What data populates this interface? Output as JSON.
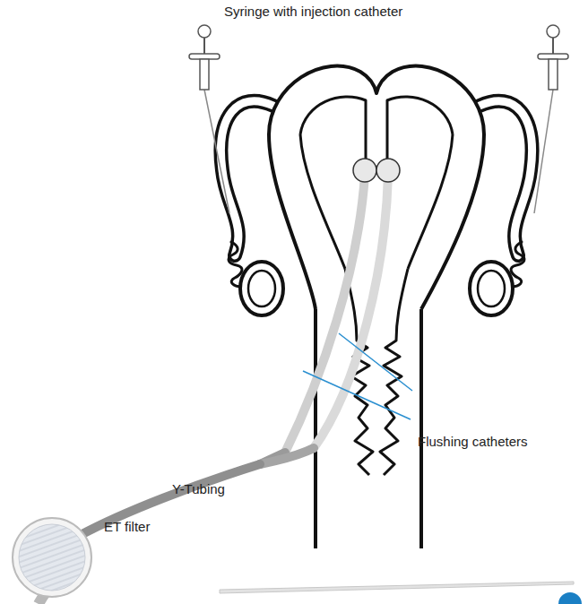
{
  "diagram": {
    "labels": [
      "Syringe with injection catheter",
      "Flushing catheters",
      "Y-Tubing",
      "ET filter"
    ]
  }
}
